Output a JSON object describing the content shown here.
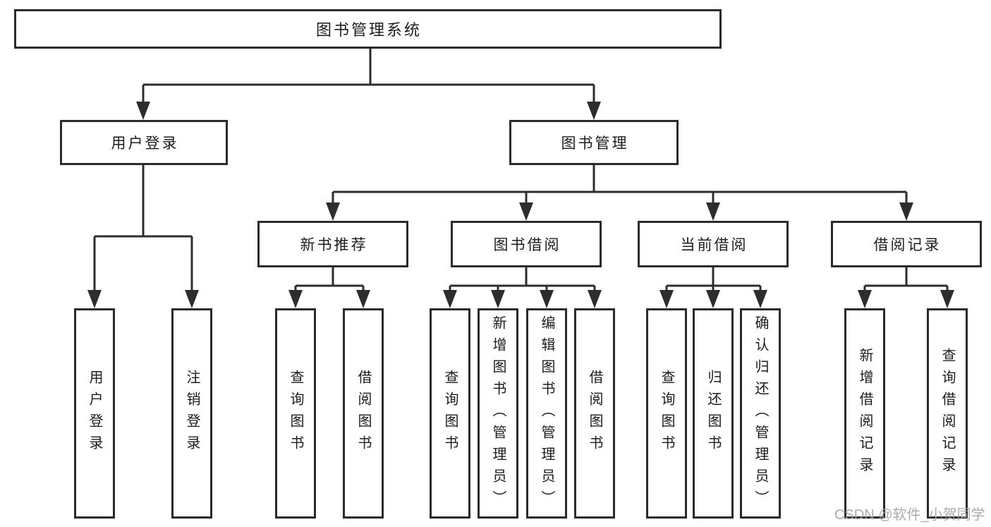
{
  "nodes": {
    "root": "图书管理系统",
    "user_login": "用户登录",
    "book_mgmt": "图书管理",
    "new_book_rec": "新书推荐",
    "book_borrow": "图书借阅",
    "current_borrow": "当前借阅",
    "borrow_records": "借阅记录",
    "ul_login": "用户登录",
    "ul_logout": "注销登录",
    "nb_query_book": "查询图书",
    "nb_borrow_book": "借阅图书",
    "bb_query_book": "查询图书",
    "bb_add_book": "新增图书（管理员）",
    "bb_edit_book": "编辑图书（管理员）",
    "bb_borrow_book": "借阅图书",
    "cb_query_book": "查询图书",
    "cb_return_book": "归还图书",
    "cb_confirm_return": "确认归还（管理员）",
    "br_add_record": "新增借阅记录",
    "br_query_record": "查询借阅记录"
  },
  "watermark": "CSDN @软件_小贺同学",
  "colors": {
    "line": "#2d2d2d",
    "text": "#1c1c1c",
    "watermark": "#a4a4a4",
    "background": "#ffffff"
  }
}
